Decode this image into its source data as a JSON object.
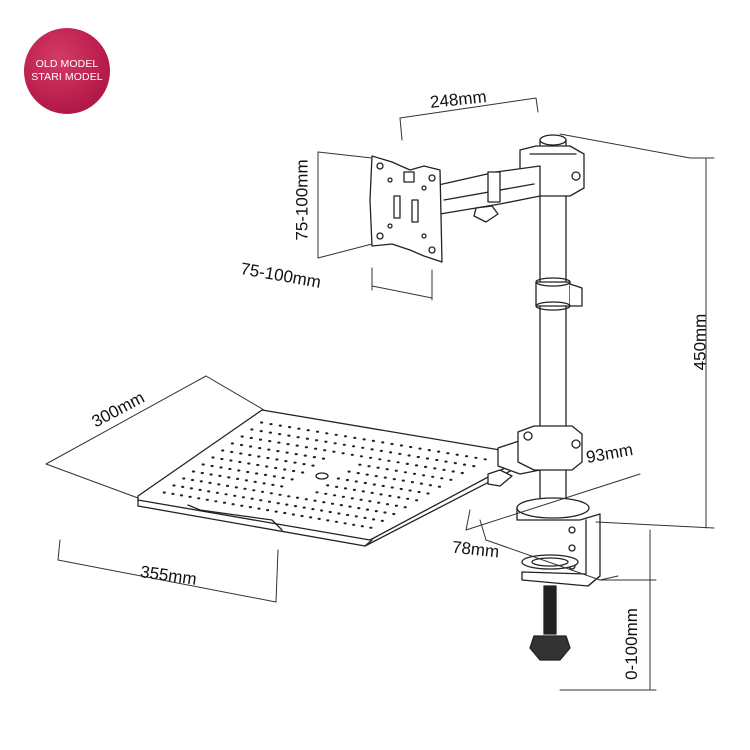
{
  "badge": {
    "line1": "OLD MODEL",
    "line2": "STARI MODEL",
    "color": "#b81d4b"
  },
  "dimensions": {
    "arm_length": "248mm",
    "vesa_height": "75-100mm",
    "vesa_width": "75-100mm",
    "pole_height": "450mm",
    "tray_depth": "300mm",
    "tray_width": "355mm",
    "tray_offset": "93mm",
    "clamp_depth": "78mm",
    "clamp_range": "0-100mm"
  }
}
